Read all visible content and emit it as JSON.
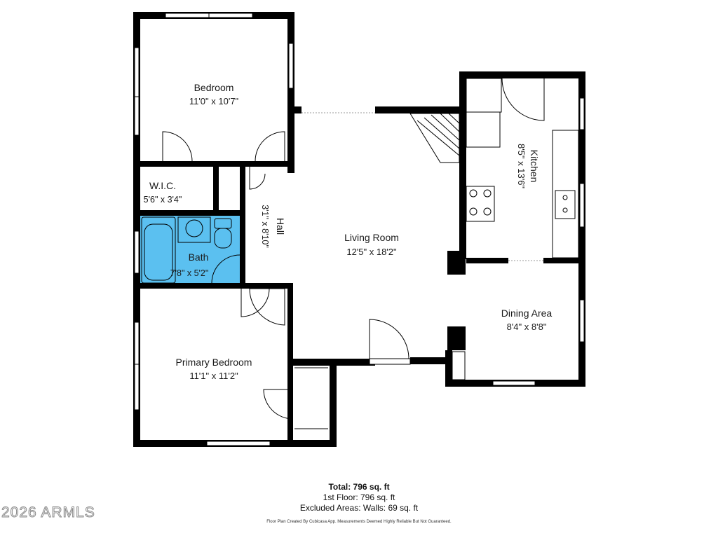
{
  "rooms": {
    "bedroom": {
      "name": "Bedroom",
      "dim": "11'0\" x 10'7\""
    },
    "wic": {
      "name": "W.I.C.",
      "dim": "5'6\" x 3'4\""
    },
    "hall": {
      "name": "Hall",
      "dim": "3'1\" x 8'10\""
    },
    "bath": {
      "name": "Bath",
      "dim": "7'8\" x 5'2\""
    },
    "primary_bedroom": {
      "name": "Primary Bedroom",
      "dim": "11'1\" x 11'2\""
    },
    "living_room": {
      "name": "Living Room",
      "dim": "12'5\" x 18'2\""
    },
    "kitchen": {
      "name": "Kitchen",
      "dim": "8'5\" x 13'6\""
    },
    "dining_area": {
      "name": "Dining Area",
      "dim": "8'4\" x 8'8\""
    }
  },
  "summary": {
    "total": "Total: 796 sq. ft",
    "floor1": "1st Floor: 796 sq. ft",
    "excluded": "Excluded Areas: Walls: 69 sq. ft"
  },
  "disclaimer": "Floor Plan Created By Cubicasa App. Measurements Deemed Highly Reliable But Not Guaranteed.",
  "watermark": "2026 ARMLS",
  "colors": {
    "wall": "#000000",
    "bath_fill": "#5bc0f0",
    "background": "#ffffff"
  }
}
